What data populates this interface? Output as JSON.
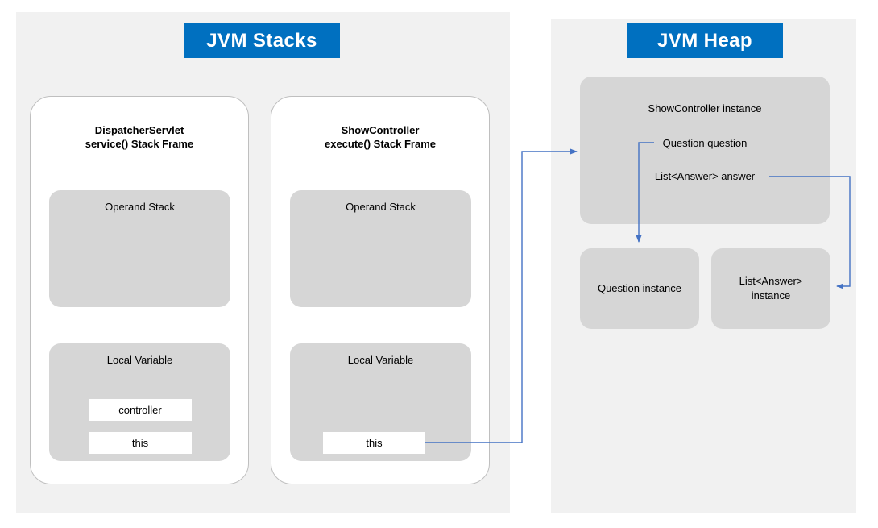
{
  "diagram": {
    "title": "JVM Stacks and JVM Heap memory layout",
    "accent_color": "#0070C0",
    "panel_color": "#F1F1F1",
    "box_color": "#D6D6D6",
    "connector_color": "#4472C4"
  },
  "stacks_panel": {
    "title": "JVM Stacks",
    "frames": [
      {
        "title": "DispatcherServlet\nservice() Stack Frame",
        "operand_stack_label": "Operand Stack",
        "local_variable_label": "Local Variable",
        "slots": [
          "controller",
          "this"
        ]
      },
      {
        "title": "ShowController\nexecute() Stack Frame",
        "operand_stack_label": "Operand Stack",
        "local_variable_label": "Local Variable",
        "slots": [
          "this"
        ]
      }
    ]
  },
  "heap_panel": {
    "title": "JVM Heap",
    "instance": {
      "title": "ShowController instance",
      "fields": [
        "Question question",
        "List<Answer> answer"
      ]
    },
    "objects": [
      {
        "label": "Question instance"
      },
      {
        "label": "List<Answer>\ninstance"
      }
    ]
  },
  "connectors": [
    {
      "name": "this-to-showcontroller-instance",
      "from": "frame-show.slots.this",
      "to": "heap.showcontroller-instance"
    },
    {
      "name": "question-field-to-question-instance",
      "from": "heap.field.question",
      "to": "heap.question-instance"
    },
    {
      "name": "answer-field-to-list-instance",
      "from": "heap.field.answer",
      "to": "heap.list-answer-instance"
    }
  ]
}
